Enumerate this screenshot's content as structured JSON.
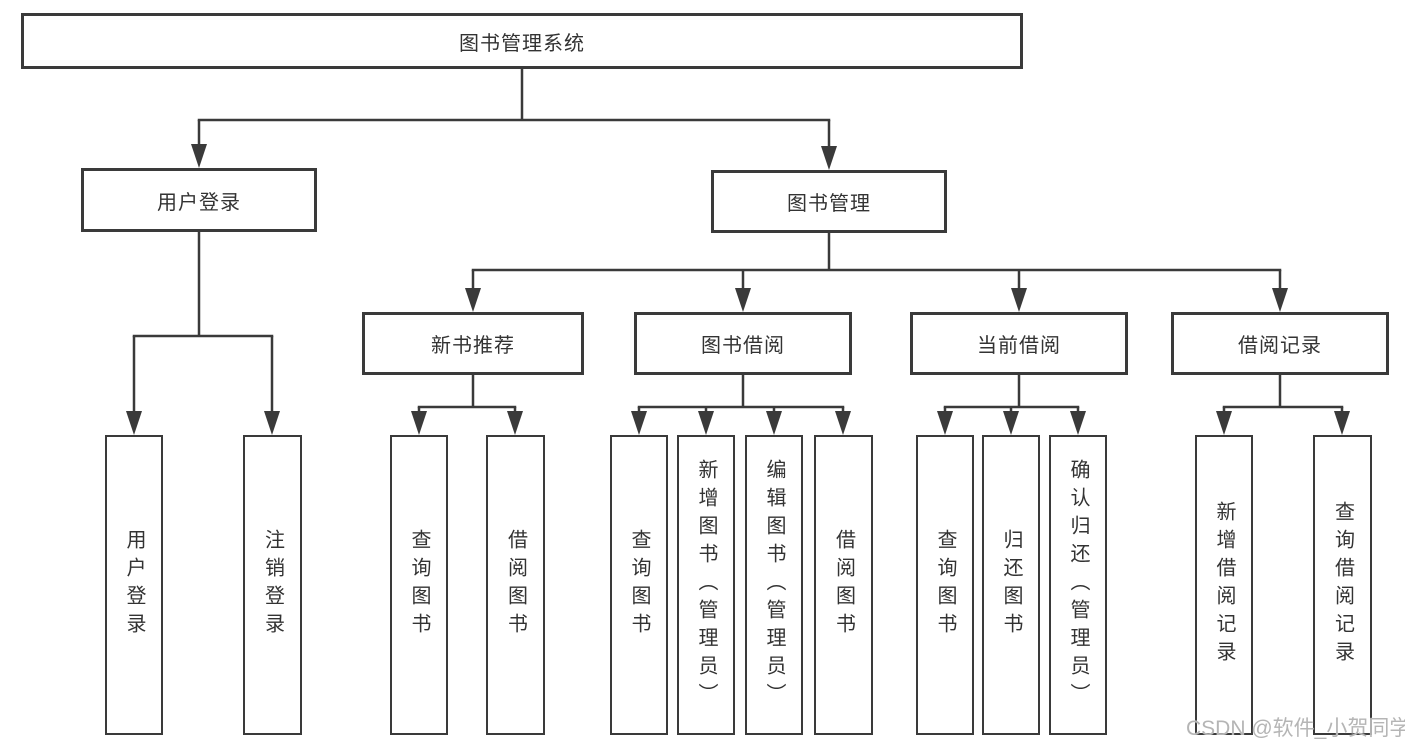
{
  "diagram_type": "hierarchy-tree",
  "colors": {
    "line": "#3a3a3a",
    "border": "#3a3a3a",
    "text": "#333333",
    "box_background": "#ffffff",
    "page_background": "#ffffff",
    "watermark": "#b5b5b5"
  },
  "tree": {
    "root": "图书管理系统",
    "level2": [
      {
        "label": "用户登录",
        "children": [
          "用户登录",
          "注销登录"
        ]
      },
      {
        "label": "图书管理",
        "children": [
          {
            "label": "新书推荐",
            "children": [
              "查询图书",
              "借阅图书"
            ]
          },
          {
            "label": "图书借阅",
            "children": [
              "查询图书",
              "新增图书（管理员）",
              "编辑图书（管理员）",
              "借阅图书"
            ]
          },
          {
            "label": "当前借阅",
            "children": [
              "查询图书",
              "归还图书",
              "确认归还（管理员）"
            ]
          },
          {
            "label": "借阅记录",
            "children": [
              "新增借阅记录",
              "查询借阅记录"
            ]
          }
        ]
      }
    ]
  },
  "watermark": {
    "text": "CSDN @软件_小贺同学"
  }
}
